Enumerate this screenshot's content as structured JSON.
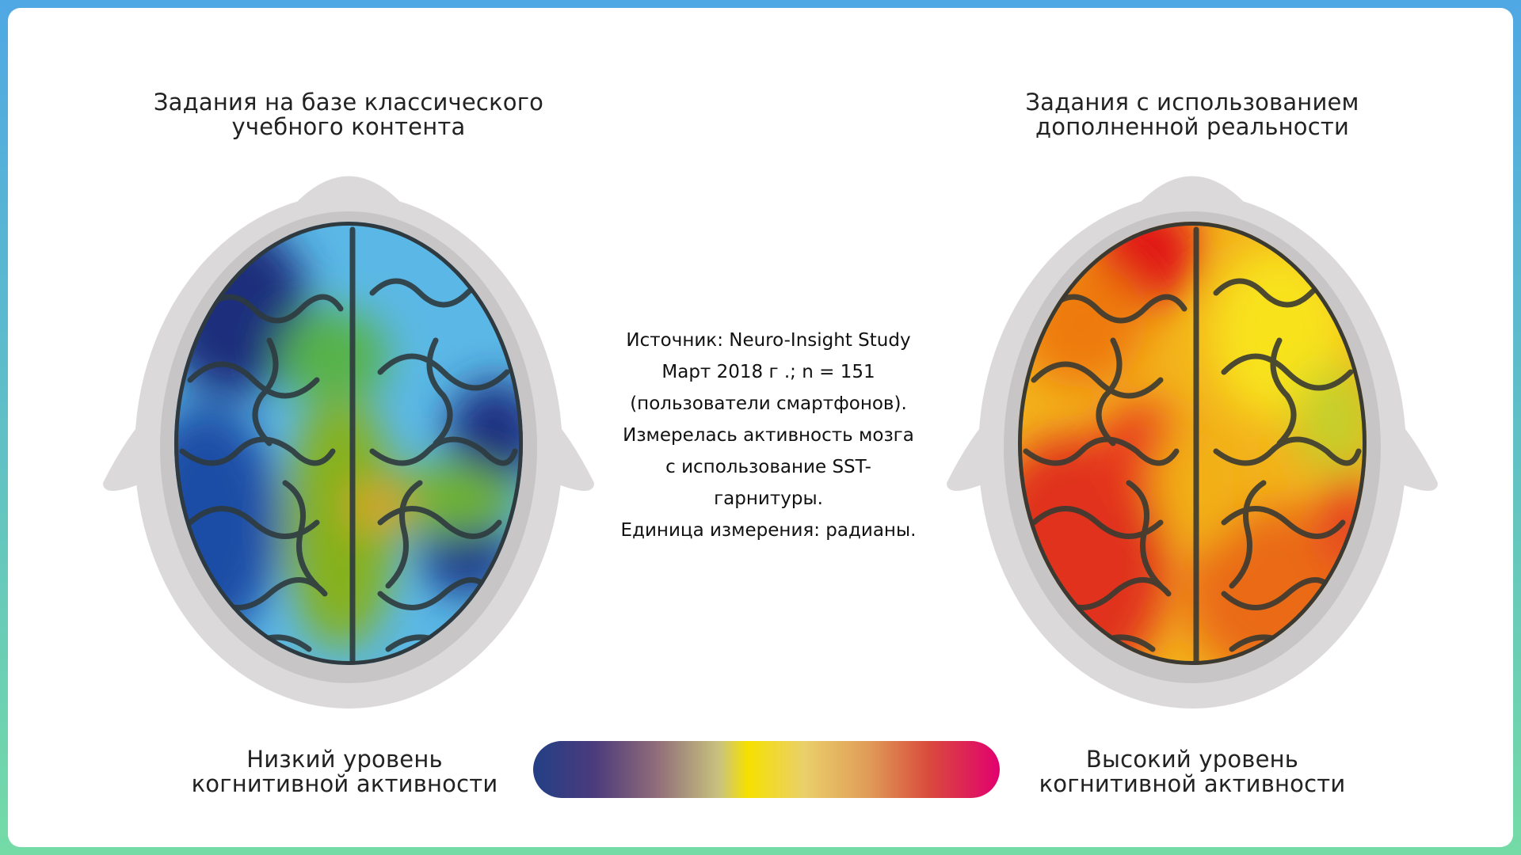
{
  "left_panel": {
    "title": [
      "Задания на базе классического",
      "учебного контента"
    ],
    "label": [
      "Низкий уровень",
      "когнитивной активности"
    ]
  },
  "right_panel": {
    "title": [
      "Задания с использованием",
      "дополненной реальности"
    ],
    "label": [
      "Высокий уровень",
      "когнитивной активности"
    ]
  },
  "source_note": [
    "Источник: Neuro-Insight Study",
    "Март 2018 г .; n = 151",
    "(пользователи смартфонов).",
    "Измерелась активность мозга",
    "с использование SST-",
    "гарнитуры.",
    "Единица измерения: радианы."
  ],
  "color_scale": {
    "stops": [
      "#233f86",
      "#4b3b7c",
      "#8e6a7a",
      "#c9c37e",
      "#f6e000",
      "#ead06a",
      "#e09b58",
      "#d94a3c",
      "#e20070"
    ]
  },
  "colors": {
    "frame_top": "#4fa8e4",
    "frame_bottom": "#74dba6",
    "head": "#dcd9da"
  }
}
